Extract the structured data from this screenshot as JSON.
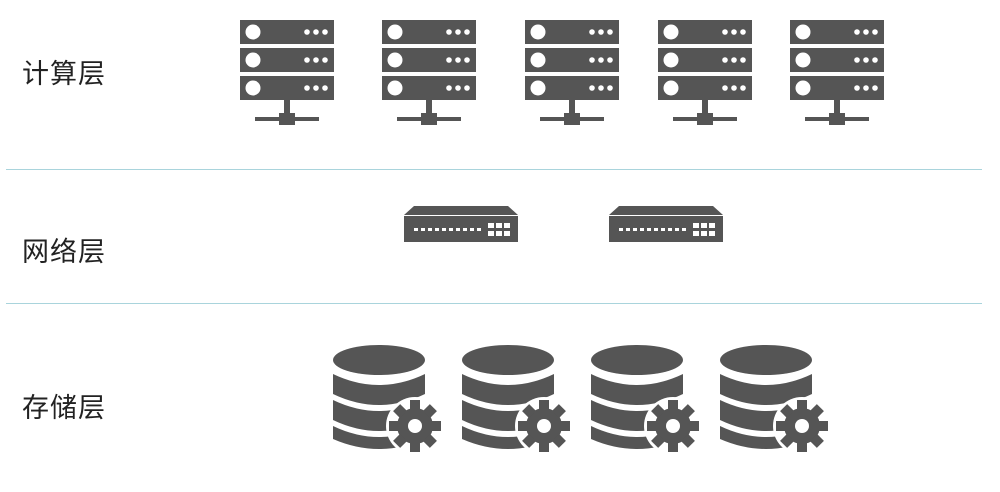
{
  "layers": [
    {
      "label": "计算层",
      "icon": "server-rack-icon",
      "count": 5
    },
    {
      "label": "网络层",
      "icon": "network-switch-icon",
      "count": 2
    },
    {
      "label": "存储层",
      "icon": "database-gear-icon",
      "count": 4
    }
  ],
  "colors": {
    "icon": "#555555",
    "divider": "#a9d4dc",
    "label": "#222222",
    "background": "#ffffff"
  }
}
